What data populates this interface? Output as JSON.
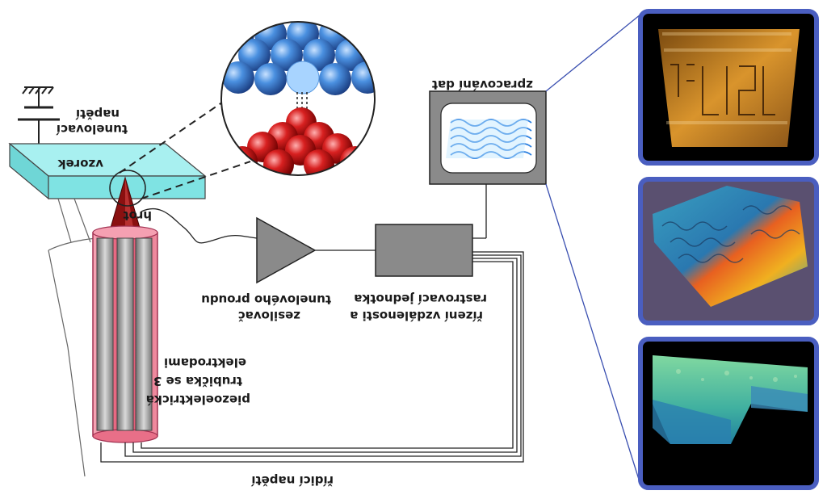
{
  "labels": {
    "tunneling_voltage": [
      "napětí",
      "tunelovací"
    ],
    "sample": "vzorek",
    "tip": "hrot",
    "data_processing": "zpracování dat",
    "amplifier": [
      "zesilovač",
      "tunelového proudu"
    ],
    "scan_unit": [
      "řízení vzdálenosti a",
      "rastrovací jednotka"
    ],
    "piezo_tube": [
      "piezoelektrická",
      "trubička se 3",
      "elektrodami"
    ],
    "control_voltage": "řídicí napětí"
  },
  "colors": {
    "sample_fill": "#7fe3e3",
    "atom_blue": "#2f6fc0",
    "atom_red": "#c01818",
    "tube_red": "#e0506a",
    "panel_border": "#4a5ec0",
    "box_gray": "#8a8a8a"
  },
  "panels": [
    {
      "name": "atomic-letters-image"
    },
    {
      "name": "stepped-surface-image"
    },
    {
      "name": "rough-surface-image"
    }
  ]
}
